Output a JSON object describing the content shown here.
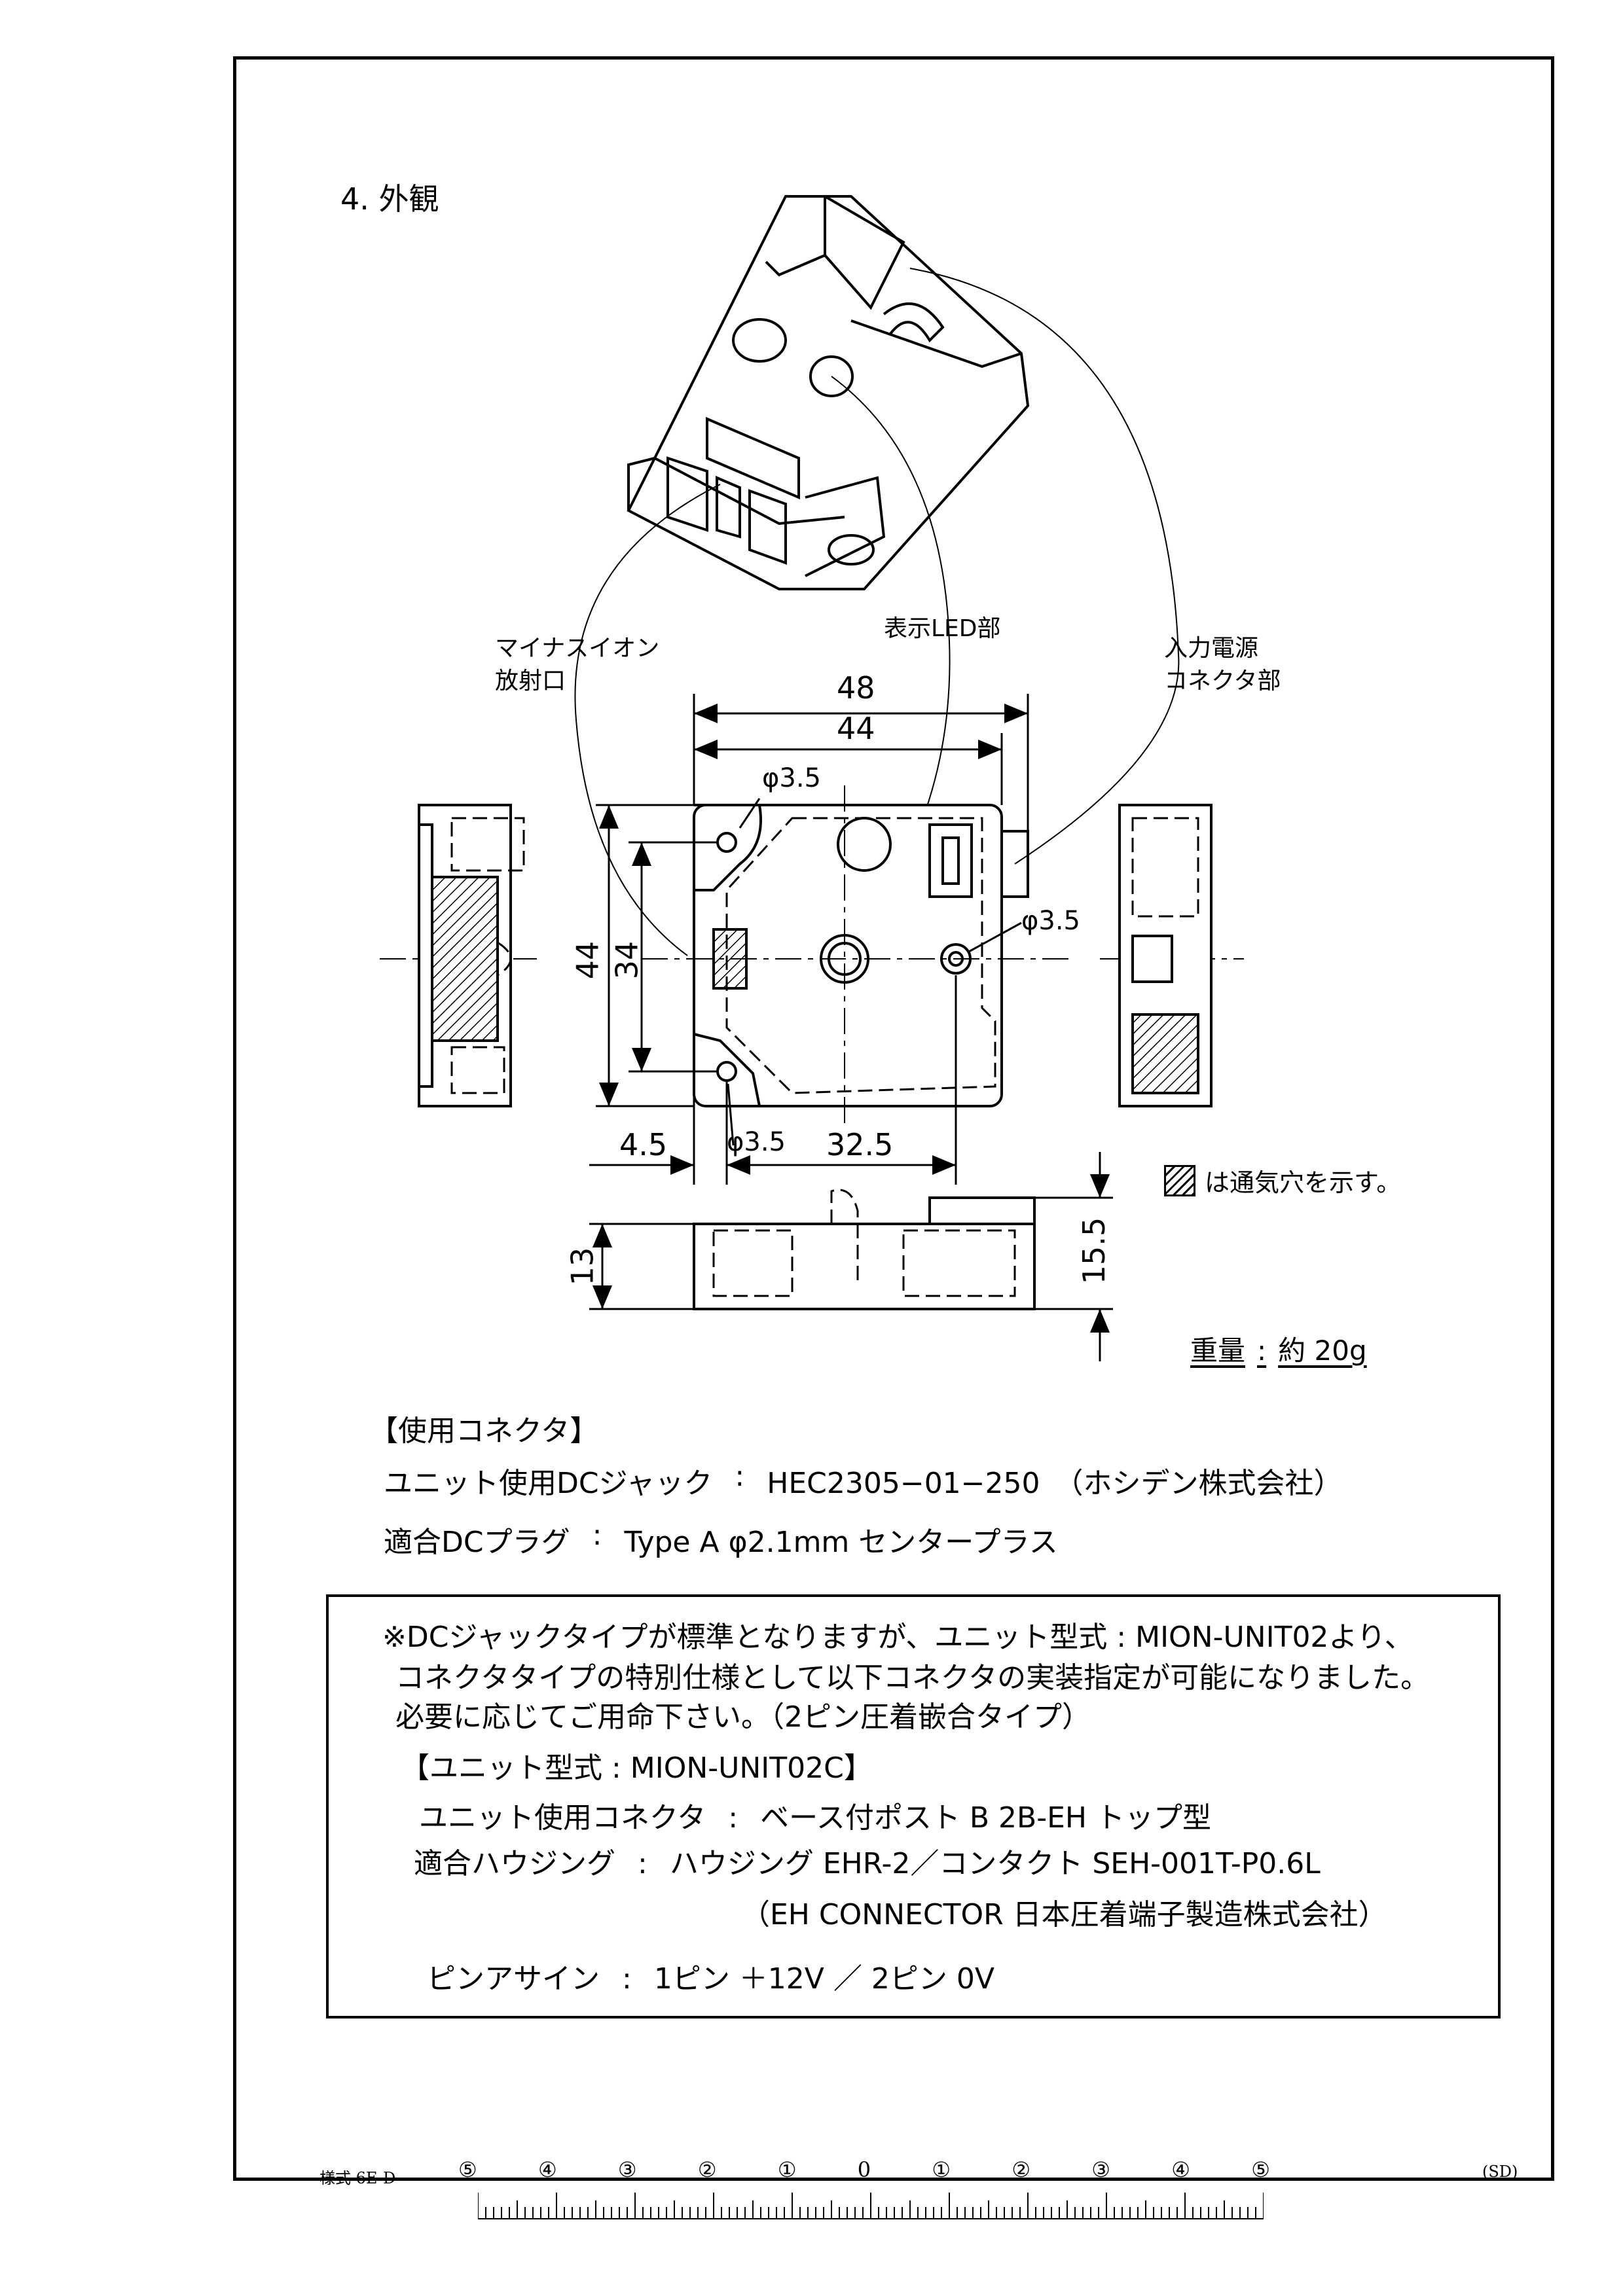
{
  "heading": "4. 外観",
  "callouts": {
    "ion_port_line1": "マイナスイオン",
    "ion_port_line2": "放射口",
    "led": "表示LED部",
    "power_line1": "入力電源",
    "power_line2": "コネクタ部"
  },
  "dimensions": {
    "width_outer": "48",
    "width_inner": "44",
    "hole_top": "φ3.5",
    "hole_right": "φ3.5",
    "hole_bottom": "φ3.5",
    "height_outer": "44",
    "height_inner": "34",
    "offset_left": "4.5",
    "pitch": "32.5",
    "side_height": "13",
    "total_height": "15.5"
  },
  "legend": "は通気穴を示す。",
  "weight": {
    "label": "重量",
    "colon": ":",
    "value": "約 20g"
  },
  "connector_section": {
    "title": "【使用コネクタ】",
    "rows": [
      {
        "label": "ユニット使用DCジャック",
        "colon": ":",
        "value": "HEC2305−01−250　（ホシデン株式会社）"
      },
      {
        "label": "適合DCプラグ",
        "colon": ":",
        "value": "Type  A   φ2.1mm    センタープラス"
      }
    ]
  },
  "note": {
    "lines": [
      "※DCジャックタイプが標準となりますが、ユニット型式 : MION-UNIT02より、",
      "コネクタタイプの特別仕様として以下コネクタの実装指定が可能になりました。",
      "必要に応じてご用命下さい。（2ピン圧着嵌合タイプ）"
    ],
    "model_line": "【ユニット型式  :  MION-UNIT02C】",
    "rows": [
      {
        "label": "ユニット使用コネクタ",
        "colon": ":",
        "value": "ベース付ポスト  B 2B-EH  トップ型"
      },
      {
        "label": "適合ハウジング",
        "colon": ":",
        "value": "ハウジング  EHR-2／コンタクト  SEH-001T-P0.6L"
      }
    ],
    "maker": "（EH CONNECTOR  日本圧着端子製造株式会社）",
    "pin_row": {
      "label": "ピンアサイン",
      "colon": ":",
      "value": "1ピン  ＋12V  ／  2ピン  0V"
    }
  },
  "footer": {
    "form_code": "様式  6E-D",
    "scale_marks": [
      "⑤",
      "④",
      "③",
      "②",
      "①",
      "0",
      "①",
      "②",
      "③",
      "④",
      "⑤"
    ],
    "code": "(SD)"
  }
}
